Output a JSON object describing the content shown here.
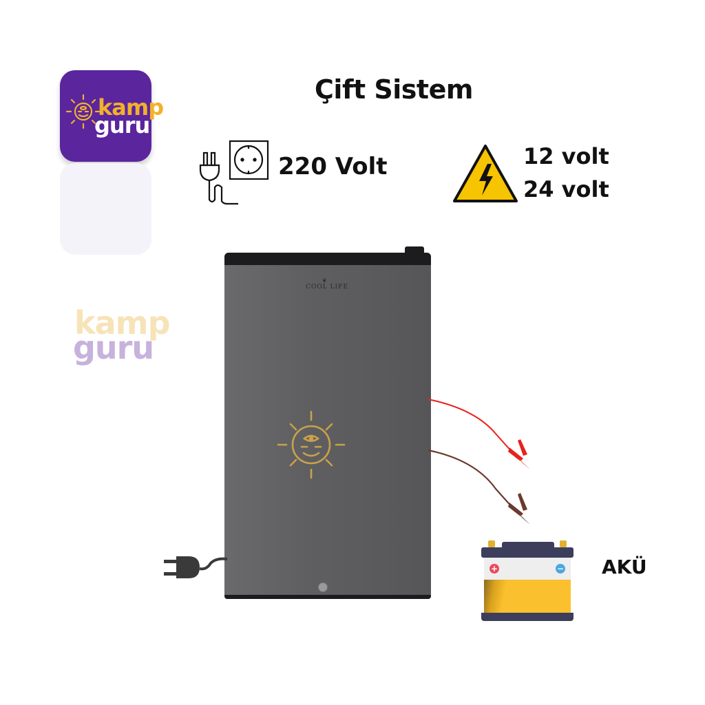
{
  "logo": {
    "app_icon": {
      "word1": "kamp",
      "word2": "guru",
      "bg_color": "#5b259e",
      "word1_color": "#f2b12b",
      "word2_color": "#ffffff"
    },
    "faded_logo": {
      "word1": "kamp",
      "word2": "guru",
      "word1_color": "#f7e3b8",
      "word2_color": "#c7b2dc"
    }
  },
  "header": {
    "title": "Çift Sistem"
  },
  "power_options": {
    "ac": {
      "icon": "plug-socket-icon",
      "label": "220 Volt"
    },
    "dc": {
      "icon": "high-voltage-warning-icon",
      "lines": [
        "12 volt",
        "24 volt"
      ],
      "icon_color": "#f6c400"
    }
  },
  "product": {
    "brand": "COOL LIFE",
    "emblem": "sun-face-icon",
    "emblem_color": "#c9a24a",
    "body_color": "#5f5f61"
  },
  "battery": {
    "label": "AKÜ",
    "positive_symbol": "+",
    "negative_symbol": "−",
    "positive_color": "#e94b5b",
    "negative_color": "#4aa8e0",
    "body_color": "#fbc02d",
    "top_color": "#3d3d5c"
  },
  "cables": {
    "positive_color": "#e8221b",
    "negative_color": "#6b3a2e"
  }
}
